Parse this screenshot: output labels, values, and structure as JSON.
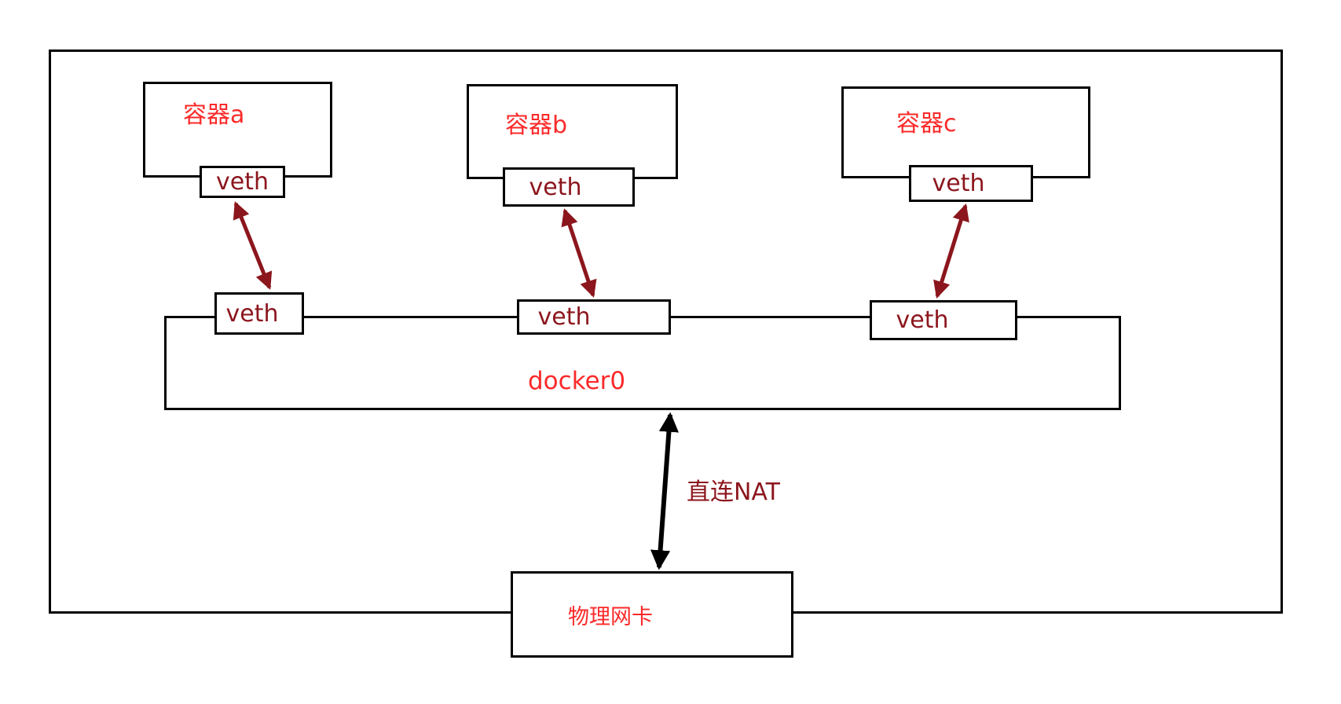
{
  "colors": {
    "label_red": "#fb2a2a",
    "dark_red": "#8c161d",
    "arrow_black": "#000000",
    "box_border": "#000000",
    "background": "#ffffff"
  },
  "host": {
    "containers": [
      {
        "label": "容器a",
        "veth_label": "veth"
      },
      {
        "label": "容器b",
        "veth_label": "veth"
      },
      {
        "label": "容器c",
        "veth_label": "veth"
      }
    ],
    "bridge": {
      "label": "docker0",
      "veth_labels": [
        "veth",
        "veth",
        "veth"
      ]
    },
    "nat_arrow_label": "直连NAT",
    "nic_label": "物理网卡"
  }
}
